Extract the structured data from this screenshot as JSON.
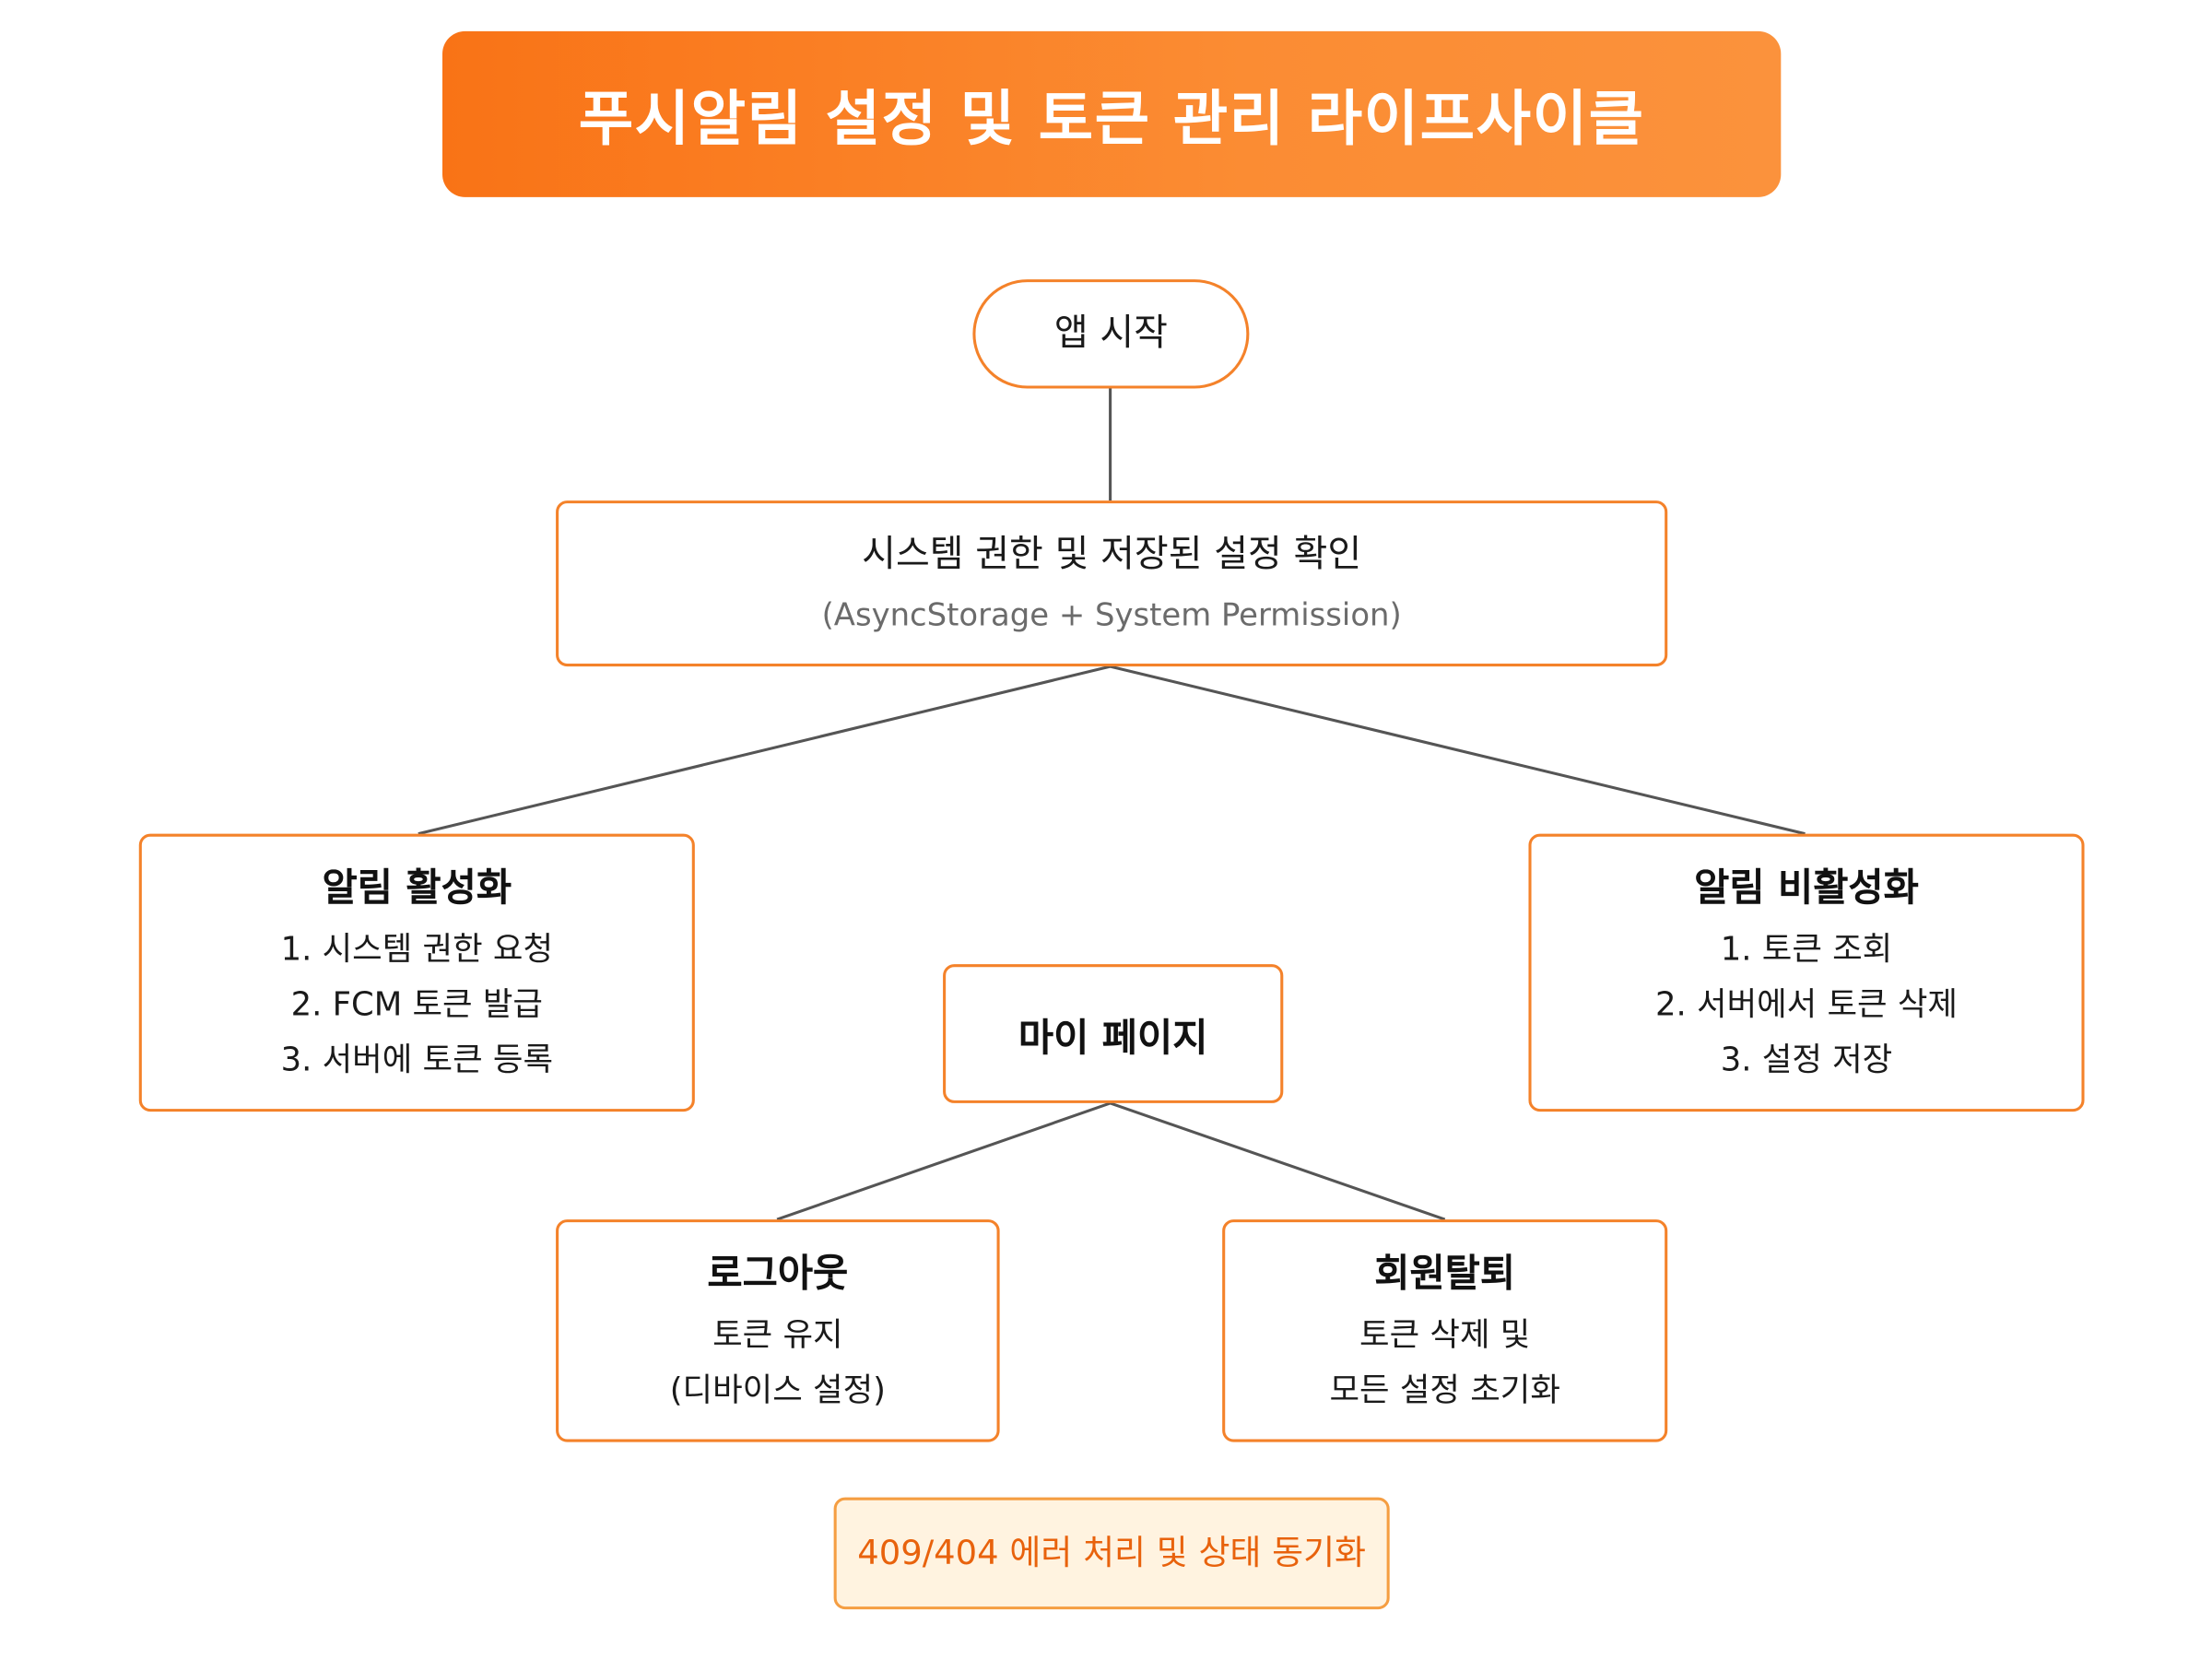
{
  "title": "푸시알림 설정 및 토큰 관리 라이프사이클",
  "colors": {
    "accent": "#f97316",
    "border": "#f4822a",
    "connector": "#555555",
    "note_background": "#fff3e0",
    "note_text": "#e8620c"
  },
  "nodes": {
    "app_start": {
      "label": "앱 시작"
    },
    "check": {
      "label": "시스템 권한 및 저장된 설정 확인",
      "sub": "(AsyncStorage + System Permission)"
    },
    "enable": {
      "heading": "알림 활성화",
      "steps": [
        "1. 시스템 권한 요청",
        "2. FCM 토큰 발급",
        "3. 서버에 토큰 등록"
      ]
    },
    "my_page": {
      "label": "마이 페이지"
    },
    "disable": {
      "heading": "알림 비활성화",
      "steps": [
        "1. 토큰 조회",
        "2. 서버에서 토큰 삭제",
        "3. 설정 저장"
      ]
    },
    "logout": {
      "heading": "로그아웃",
      "lines": [
        "토큰 유지",
        "(디바이스 설정)"
      ]
    },
    "withdraw": {
      "heading": "회원탈퇴",
      "lines": [
        "토큰 삭제 및",
        "모든 설정 초기화"
      ]
    },
    "error_note": {
      "label": "409/404 에러 처리 및 상태 동기화"
    }
  }
}
